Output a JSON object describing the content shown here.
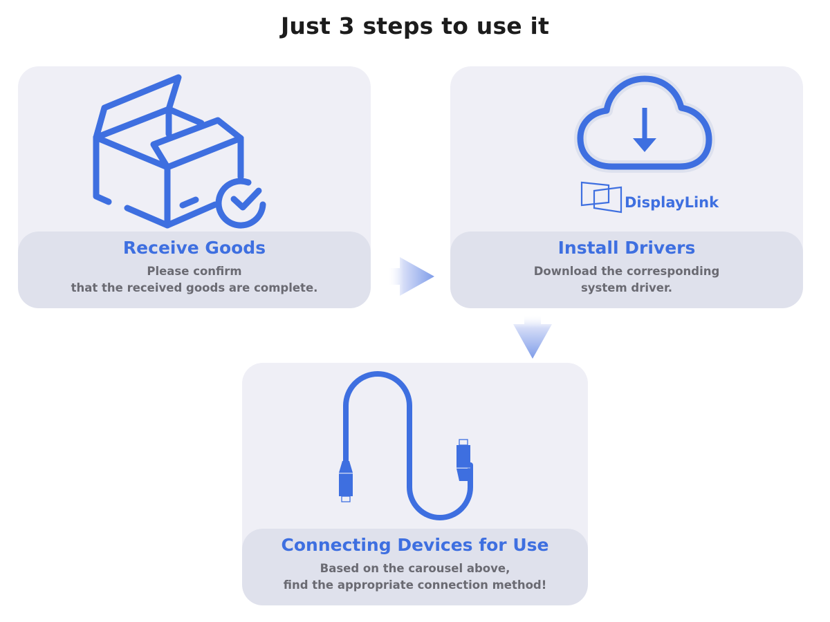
{
  "page": {
    "title": "Just 3 steps to use it"
  },
  "colors": {
    "accent": "#3e6fe0",
    "card_bg": "#efeff6",
    "caption_bg": "#dfe1ec",
    "description_text": "#6a6a72",
    "title_text": "#1c1c1c"
  },
  "steps": [
    {
      "title": "Receive Goods",
      "description": [
        "Please confirm",
        "that the received goods are complete."
      ],
      "icon": "open-box-check-icon"
    },
    {
      "title": "Install Drivers",
      "description": [
        "Download the corresponding",
        "system driver."
      ],
      "icon": "cloud-download-icon",
      "logo_text": "DisplayLink"
    },
    {
      "title": "Connecting Devices for Use",
      "description": [
        "Based on the carousel above,",
        "find the appropriate connection method!"
      ],
      "icon": "usb-c-cable-icon"
    }
  ],
  "connectors": [
    {
      "icon": "arrow-right-icon",
      "from": "Receive Goods",
      "to": "Install Drivers"
    },
    {
      "icon": "arrow-down-icon",
      "from": "Install Drivers",
      "to": "Connecting Devices for Use"
    }
  ]
}
